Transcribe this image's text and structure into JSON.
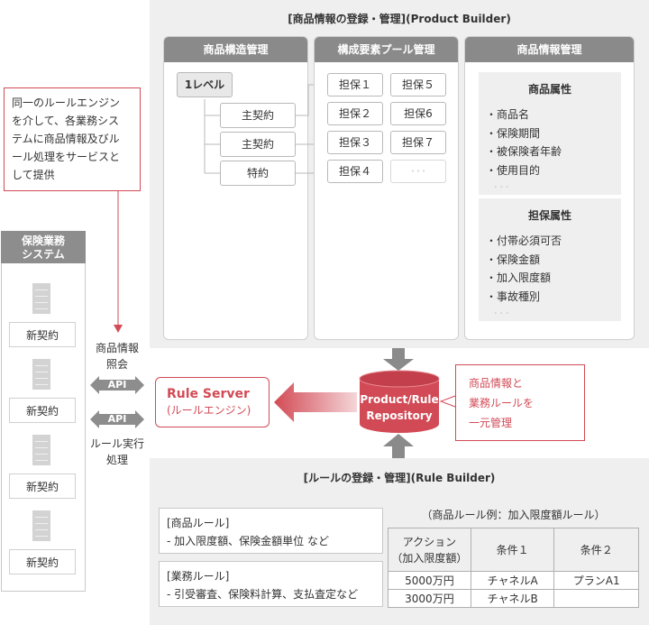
{
  "product_builder": {
    "title": "[商品情報の登録・管理](Product Builder)",
    "structure_panel": {
      "header": "商品構造管理",
      "level": "1レベル",
      "nodes": [
        "主契約",
        "主契約",
        "特約"
      ]
    },
    "pool_panel": {
      "header": "構成要素プール管理",
      "items": [
        "担保１",
        "担保５",
        "担保２",
        "担保6",
        "担保３",
        "担保７",
        "担保４",
        "･･･"
      ]
    },
    "info_panel": {
      "header": "商品情報管理",
      "product_attr": {
        "title": "商品属性",
        "items": [
          "・商品名",
          "・保険期間",
          "・被保険者年齢",
          "・使用目的"
        ],
        "more": "･･･"
      },
      "coverage_attr": {
        "title": "担保属性",
        "items": [
          "・付帯必須可否",
          "・保険金額",
          "・加入限度額",
          "・事故種別"
        ],
        "more": "･･･"
      }
    }
  },
  "callout_left": {
    "lines": [
      "同一のルールエンジン",
      "を介して、各業務シス",
      "テムに商品情報及びル",
      "ール処理をサービスと",
      "して提供"
    ]
  },
  "insurance_system": {
    "title_lines": [
      "保険業務",
      "システム"
    ],
    "entries": [
      "新契約",
      "新契約",
      "新契約",
      "新契約"
    ]
  },
  "api": {
    "top_label_lines": [
      "商品情報",
      "照会"
    ],
    "label_1": "API",
    "label_2": "API",
    "bottom_label_lines": [
      "ルール実行",
      "処理"
    ]
  },
  "rule_server": {
    "title": "Rule Server",
    "subtitle": "(ルールエンジン)"
  },
  "repository": {
    "lines": [
      "Product/Rule",
      "Repository"
    ]
  },
  "callout_right": {
    "lines": [
      "商品情報と",
      "業務ルールを",
      "一元管理"
    ]
  },
  "rule_builder": {
    "title": "[ルールの登録・管理](Rule Builder)",
    "product_rule": {
      "title": "[商品ルール]",
      "desc": "- 加入限度額、保険金額単位 など"
    },
    "business_rule": {
      "title": "[業務ルール]",
      "desc": "- 引受審査、保険料計算、支払査定など"
    },
    "example_caption": "（商品ルール例：加入限度額ルール）",
    "table": {
      "headers": [
        "アクション\n（加入限度額）",
        "条件１",
        "条件２"
      ],
      "rows": [
        [
          "5000万円",
          "チャネルA",
          "プランA1"
        ],
        [
          "3000万円",
          "チャネルB",
          ""
        ]
      ]
    }
  },
  "colors": {
    "accent": "#d24a55",
    "gray_band": "#efefef",
    "panel_header": "#8a8a8a"
  }
}
